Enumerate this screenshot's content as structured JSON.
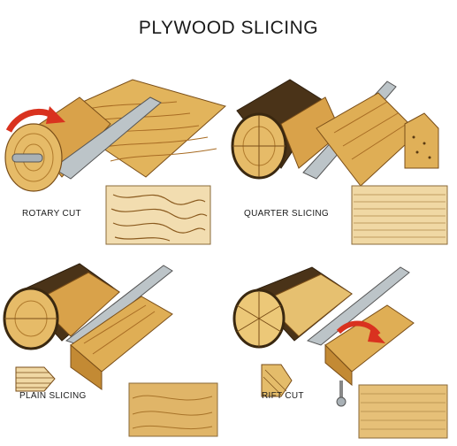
{
  "title": "PLYWOOD SLICING",
  "panels": [
    {
      "id": "rotary",
      "label": "ROTARY CUT"
    },
    {
      "id": "quarter",
      "label": "QUARTER SLICING"
    },
    {
      "id": "plain",
      "label": "PLAIN SLICING"
    },
    {
      "id": "rift",
      "label": "RIFT CUT"
    }
  ],
  "colors": {
    "wood_light": "#e8c06a",
    "wood_mid": "#d19a3c",
    "wood_dark": "#8a5a1e",
    "bark": "#4a3318",
    "steel": "#bcc4c8",
    "arrow_red": "#d9321f"
  }
}
